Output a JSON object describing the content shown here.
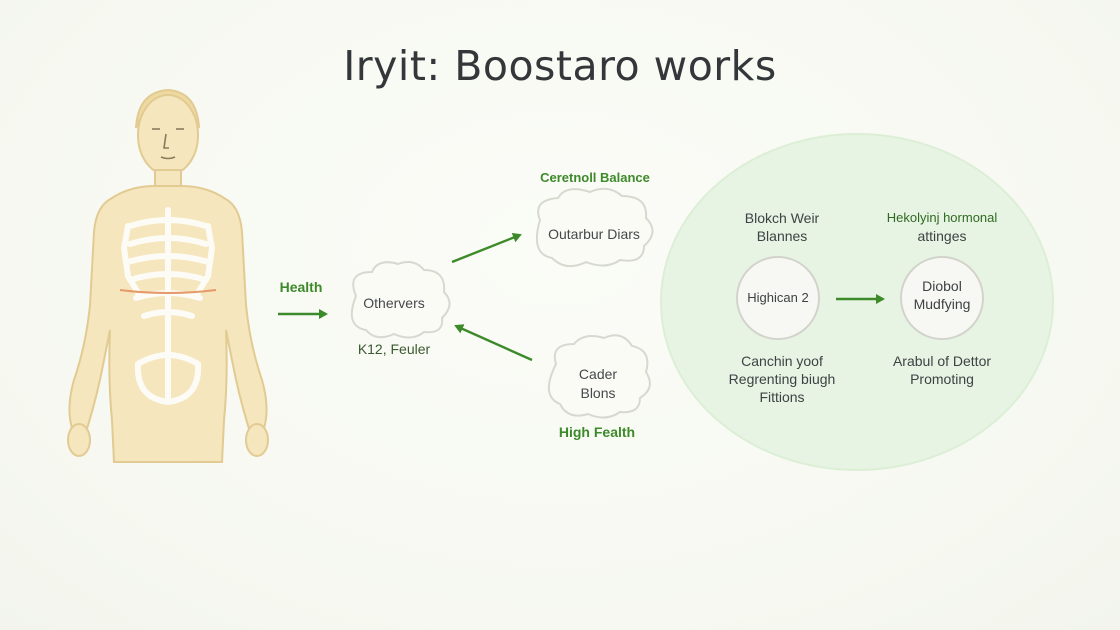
{
  "title": "Iryit: Boostaro works",
  "colors": {
    "background": "#f8f9f3",
    "accent_green": "#3d8a2a",
    "body_fill": "#f3e3b8",
    "panel_fill": "#e6f3e2"
  },
  "left": {
    "health_label": "Health",
    "cloud_center_label": "Othervers",
    "cloud_center_sub": "K12, Feuler"
  },
  "middle": {
    "top_title": "Ceretnoll Balance",
    "top_cloud": "Outarbur Diars",
    "bottom_cloud_line1": "Cader",
    "bottom_cloud_line2": "Blons",
    "bottom_label": "High Fealth"
  },
  "panel": {
    "left_top_line1": "Blokch Weir",
    "left_top_line2": "Blannes",
    "right_top_line1": "Hekolyinj hormonal",
    "right_top_line2": "attinges",
    "left_circle": "Highican 2",
    "right_circle_line1": "Diobol",
    "right_circle_line2": "Mudfying",
    "left_bottom_line1": "Canchin yoof",
    "left_bottom_line2": "Regrenting biugh",
    "left_bottom_line3": "Fittions",
    "right_bottom_line1": "Arabul of Dettor",
    "right_bottom_line2": "Promoting"
  }
}
